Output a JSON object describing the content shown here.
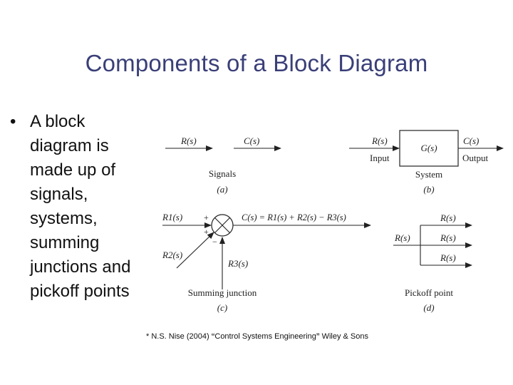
{
  "slide": {
    "title": "Components of a Block Diagram",
    "bullet_lines": [
      "A block",
      "diagram is",
      "made up of",
      "signals,",
      "systems,",
      "summing",
      "junctions and",
      "pickoff points"
    ]
  },
  "panel_a": {
    "signal_in": "R(s)",
    "signal_out": "C(s)",
    "caption": "Signals",
    "label": "(a)"
  },
  "panel_b": {
    "input_signal": "R(s)",
    "input_label": "Input",
    "block": "G(s)",
    "output_signal": "C(s)",
    "output_label": "Output",
    "caption": "System",
    "label": "(b)"
  },
  "panel_c": {
    "input_1": "R1(s)",
    "input_2": "R2(s)",
    "input_3": "R3(s)",
    "sign_1": "+",
    "sign_2": "+",
    "sign_3": "−",
    "output_equation": "C(s) = R1(s) + R2(s) − R3(s)",
    "caption": "Summing junction",
    "label": "(c)"
  },
  "panel_d": {
    "input_signal": "R(s)",
    "branch_top": "R(s)",
    "branch_mid": "R(s)",
    "branch_bottom": "R(s)",
    "caption": "Pickoff point",
    "label": "(d)"
  },
  "citation": {
    "prefix": "* N.S. Nise (2004) ",
    "open_quote": "“",
    "title": "Control Systems Engineering",
    "close_quote": "”",
    "suffix": " Wiley & Sons"
  }
}
